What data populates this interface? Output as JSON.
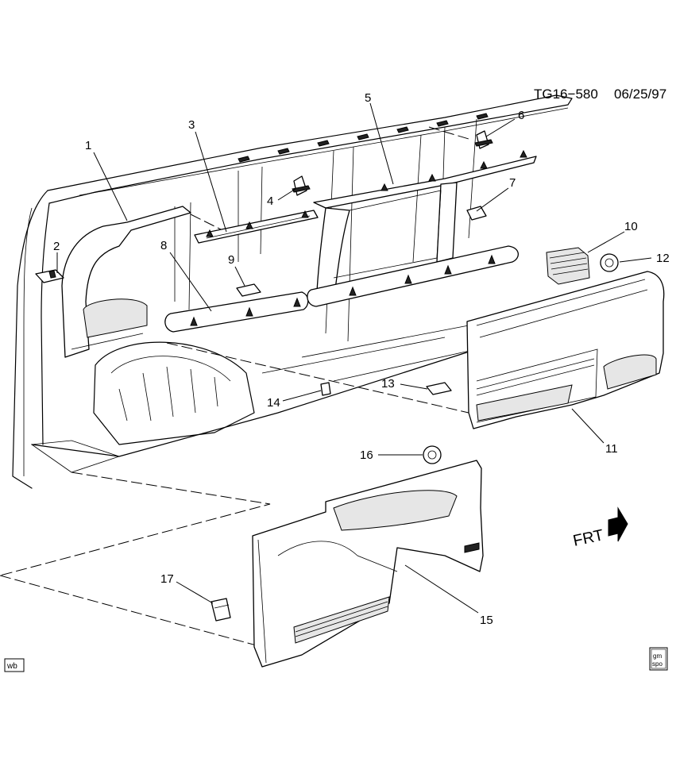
{
  "header": {
    "code": "TG16−580",
    "date": "06/25/97"
  },
  "callouts": [
    "1",
    "2",
    "3",
    "4",
    "5",
    "6",
    "7",
    "8",
    "9",
    "10",
    "11",
    "12",
    "13",
    "14",
    "15",
    "16",
    "17"
  ],
  "direction": {
    "label": "FRT"
  },
  "corner_tags": {
    "left": "wb",
    "right_top": "gm",
    "right_bottom": "spo"
  }
}
